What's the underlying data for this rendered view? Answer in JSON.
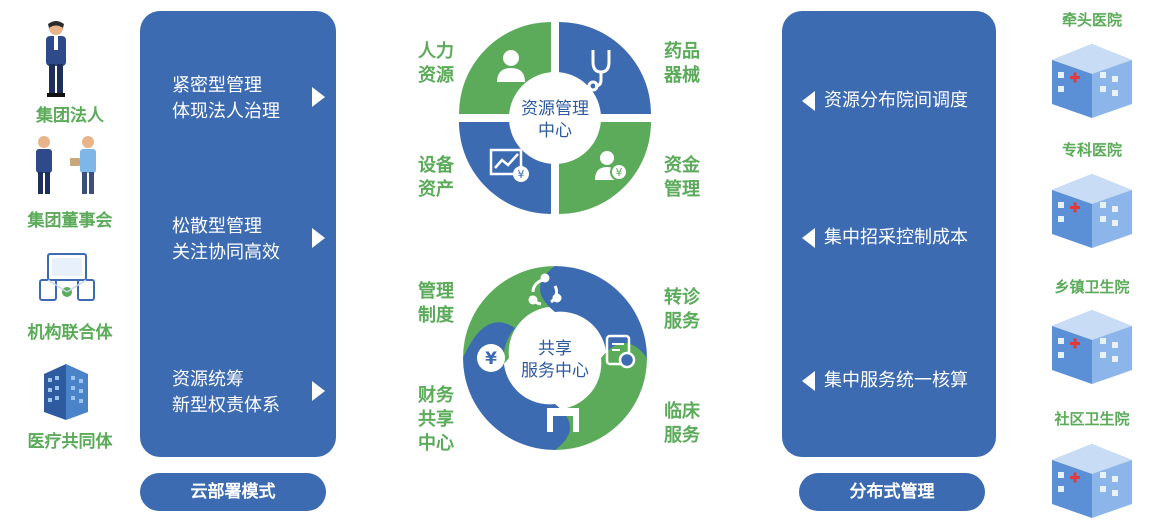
{
  "left_entities": [
    {
      "label": "集团法人",
      "icon": "business-person-icon"
    },
    {
      "label": "集团董事会",
      "icon": "board-meeting-icon"
    },
    {
      "label": "机构联合体",
      "icon": "network-devices-icon"
    },
    {
      "label": "医疗共同体",
      "icon": "building-icon"
    }
  ],
  "cloud_panel": {
    "items": [
      {
        "line1": "紧密型管理",
        "line2": "体现法人治理"
      },
      {
        "line1": "松散型管理",
        "line2": "关注协同高效"
      },
      {
        "line1": "资源统筹",
        "line2": "新型权责体系"
      }
    ],
    "footer": "云部署模式"
  },
  "resource_center": {
    "title_line1": "资源管理",
    "title_line2": "中心",
    "segments": [
      {
        "label_line1": "人力",
        "label_line2": "资源",
        "icon": "person-icon",
        "color": "#5bab5a"
      },
      {
        "label_line1": "药品",
        "label_line2": "器械",
        "icon": "stethoscope-icon",
        "color": "#3c6bb1"
      },
      {
        "label_line1": "设备",
        "label_line2": "资产",
        "icon": "chart-yen-icon",
        "color": "#3c6bb1"
      },
      {
        "label_line1": "资金",
        "label_line2": "管理",
        "icon": "person-yen-icon",
        "color": "#5bab5a"
      }
    ]
  },
  "service_center": {
    "title_line1": "共享",
    "title_line2": "服务中心",
    "segments": [
      {
        "label_line1": "管理",
        "label_line2": "制度",
        "icon": "share-cycle-icon"
      },
      {
        "label_line1": "转诊",
        "label_line2": "服务",
        "icon": "document-refresh-icon"
      },
      {
        "label_line1": "财务",
        "label_line2": "共享",
        "label_line3": "中心",
        "icon": "yen-icon"
      },
      {
        "label_line1": "临床",
        "label_line2": "服务",
        "icon": "bed-icon"
      }
    ]
  },
  "distributed_panel": {
    "items": [
      {
        "text": "资源分布院间调度"
      },
      {
        "text": "集中招采控制成本"
      },
      {
        "text": "集中服务统一核算"
      }
    ],
    "footer": "分布式管理"
  },
  "hospitals": [
    {
      "label": "牵头医院",
      "icon": "hospital-building-icon"
    },
    {
      "label": "专科医院",
      "icon": "hospital-building-icon"
    },
    {
      "label": "乡镇卫生院",
      "icon": "hospital-building-icon"
    },
    {
      "label": "社区卫生院",
      "icon": "hospital-building-icon"
    }
  ],
  "colors": {
    "blue": "#3c6bb1",
    "green": "#5bab5a",
    "dark_blue": "#2e5aa0"
  }
}
